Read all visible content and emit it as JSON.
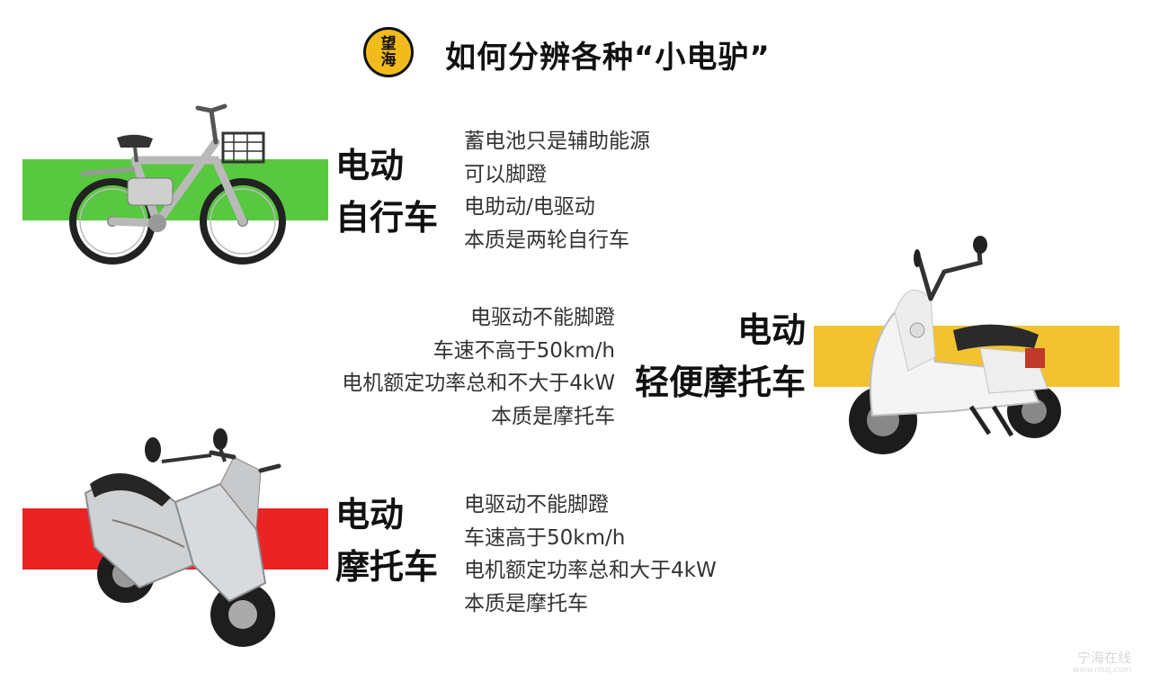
{
  "header": {
    "logo_lines": [
      "望",
      "海"
    ],
    "title": "如何分辨各种“小电驴”"
  },
  "colors": {
    "green": "#58c840",
    "yellow": "#f2c230",
    "red": "#ea2324",
    "logo": "#f2bb1c"
  },
  "sections": [
    {
      "icon": "electric-bicycle-icon",
      "title_lines": [
        "电动",
        "自行车"
      ],
      "details": [
        "蓄电池只是辅助能源",
        "可以脚蹬",
        "电助动/电驱动",
        "本质是两轮自行车"
      ]
    },
    {
      "icon": "light-electric-scooter-icon",
      "title_lines": [
        "电动",
        "轻便摩托车"
      ],
      "details": [
        "电驱动不能脚蹬",
        "车速不高于50km/h",
        "电机额定功率总和不大于4kW",
        "本质是摩托车"
      ]
    },
    {
      "icon": "electric-motorcycle-icon",
      "title_lines": [
        "电动",
        "摩托车"
      ],
      "details": [
        "电驱动不能脚蹬",
        "车速高于50km/h",
        "电机额定功率总和大于4kW",
        "本质是摩托车"
      ]
    }
  ],
  "watermark": {
    "text": "宁海在线",
    "url": "www.nhzj.com"
  }
}
